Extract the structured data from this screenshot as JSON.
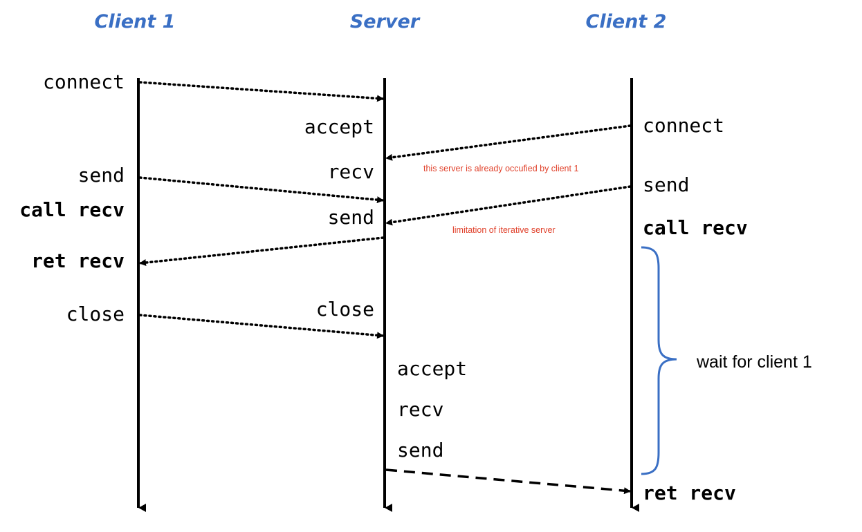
{
  "lanes": [
    {
      "id": "client1",
      "title": "Client 1"
    },
    {
      "id": "server",
      "title": "Server"
    },
    {
      "id": "client2",
      "title": "Client 2"
    }
  ],
  "labels": {
    "c1_connect": "connect",
    "c1_send": "send",
    "c1_call_recv": "call recv",
    "c1_ret_recv": "ret recv",
    "c1_close": "close",
    "s_accept": "accept",
    "s_recv": "recv",
    "s_send": "send",
    "s_close": "close",
    "s_accept2": "accept",
    "s_recv2": "recv",
    "s_send2": "send",
    "c2_connect": "connect",
    "c2_send": "send",
    "c2_call_recv": "call recv",
    "c2_ret_recv": "ret recv"
  },
  "notes": {
    "occupied": "this server is already occufied by client 1",
    "limitation": "limitation of iterative server"
  },
  "brace_label": "wait for client 1",
  "colors": {
    "header": "#3a6fc4",
    "note": "#e0402a",
    "brace": "#3a6fc4",
    "line": "#000000"
  }
}
